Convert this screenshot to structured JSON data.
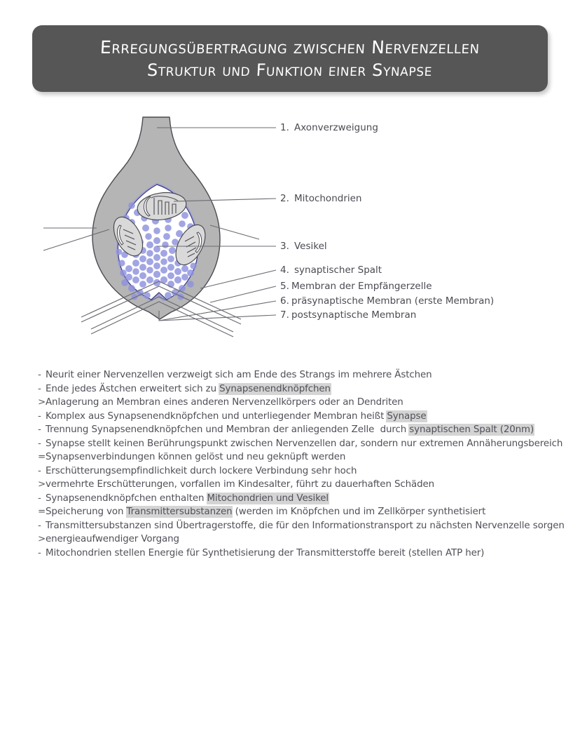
{
  "title": {
    "line1": "Erregungsübertragung zwischen Nervenzellen",
    "line2": "Struktur und Funktion einer Synapse",
    "bg_color": "#565656",
    "text_color": "#ffffff"
  },
  "diagram": {
    "name": "synapse-cross-section",
    "colors": {
      "membrane_gray": "#b5b5b5",
      "membrane_outline": "#4a4a52",
      "vesicle_blue": "#8e92dd",
      "inner_membrane_line": "#3b3b7a",
      "mitochondria_fill": "#d9d9d9",
      "leader_line": "#6b6b73"
    },
    "legend": [
      {
        "num": "1.",
        "label": "Axonverzweigung"
      },
      {
        "num": "2.",
        "label": "Mitochondrien"
      },
      {
        "num": "3.",
        "label": "Vesikel"
      },
      {
        "num": "4.",
        "label": "synaptischer Spalt"
      },
      {
        "num": "5.",
        "label": "Membran der Empfängerzelle"
      },
      {
        "num": "6.",
        "label": "präsynaptische Membran (erste Membran)"
      },
      {
        "num": "7.",
        "label": "postsynaptische Membran"
      }
    ],
    "parts": {
      "axon": "axon-branch",
      "mitochondria_count": 3,
      "vesicle_count": 120
    }
  },
  "notes": [
    {
      "bullet": "-",
      "segments": [
        {
          "text": "Neurit einer Nervenzellen verzweigt sich am Ende des Strangs im mehrere Ästchen",
          "highlight": false
        }
      ]
    },
    {
      "bullet": "-",
      "segments": [
        {
          "text": "Ende jedes Ästchen erweitert sich zu ",
          "highlight": false
        },
        {
          "text": "Synapsenendknöpfchen",
          "highlight": true
        }
      ]
    },
    {
      "bullet": ">",
      "segments": [
        {
          "text": "Anlagerung an Membran eines anderen Nervenzellkörpers oder an Dendriten",
          "highlight": false
        }
      ]
    },
    {
      "bullet": "-",
      "segments": [
        {
          "text": "Komplex aus Synapsenendknöpfchen und unterliegender Membran heißt ",
          "highlight": false
        },
        {
          "text": "Synapse",
          "highlight": true
        }
      ]
    },
    {
      "bullet": "-",
      "segments": [
        {
          "text": "Trennung Synapsenendknöpfchen und Membran der anliegenden Zelle  durch ",
          "highlight": false
        },
        {
          "text": "synaptischen Spalt (20nm)",
          "highlight": true
        }
      ]
    },
    {
      "bullet": "-",
      "segments": [
        {
          "text": "Synapse stellt keinen Berührungspunkt zwischen Nervenzellen dar, sondern nur extremen Annäherungsbereich",
          "highlight": false
        }
      ]
    },
    {
      "bullet": "=",
      "segments": [
        {
          "text": "Synapsenverbindungen können gelöst und neu geknüpft werden",
          "highlight": false
        }
      ]
    },
    {
      "bullet": "-",
      "segments": [
        {
          "text": "Erschütterungsempfindlichkeit durch lockere Verbindung sehr hoch",
          "highlight": false
        }
      ]
    },
    {
      "bullet": ">",
      "segments": [
        {
          "text": "vermehrte Erschütterungen, vorfallen im Kindesalter, führt zu dauerhaften Schäden",
          "highlight": false
        }
      ]
    },
    {
      "bullet": "-",
      "segments": [
        {
          "text": "Synapsenendknöpfchen enthalten ",
          "highlight": false
        },
        {
          "text": "Mitochondrien und Vesikel",
          "highlight": true
        }
      ]
    },
    {
      "bullet": "=",
      "segments": [
        {
          "text": "Speicherung von ",
          "highlight": false
        },
        {
          "text": "Transmittersubstanzen",
          "highlight": true
        },
        {
          "text": " (werden im Knöpfchen und im Zellkörper synthetisiert",
          "highlight": false
        }
      ]
    },
    {
      "bullet": "-",
      "segments": [
        {
          "text": "Transmittersubstanzen sind Übertragerstoffe, die für den Informationstransport zu nächsten Nervenzelle sorgen",
          "highlight": false
        }
      ]
    },
    {
      "bullet": ">",
      "segments": [
        {
          "text": "energieaufwendiger Vorgang",
          "highlight": false
        }
      ]
    },
    {
      "bullet": "-",
      "segments": [
        {
          "text": "Mitochondrien stellen Energie für Synthetisierung der Transmitterstoffe bereit (stellen ATP her)",
          "highlight": false
        }
      ]
    }
  ]
}
